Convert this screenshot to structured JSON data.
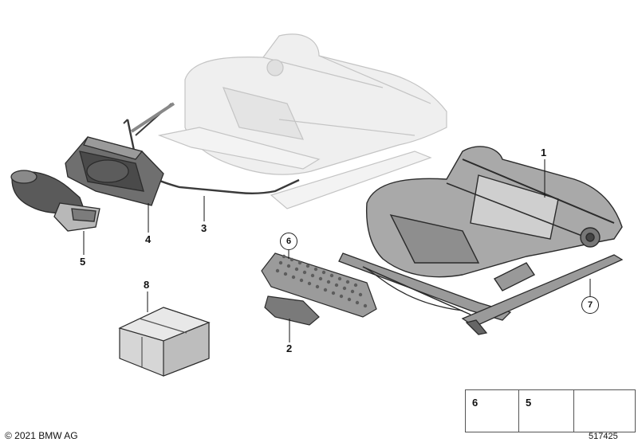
{
  "parts": [
    {
      "number": "1",
      "name": "seat-frame"
    },
    {
      "number": "2",
      "name": "seat-pan-mat"
    },
    {
      "number": "3",
      "name": "cable-rod"
    },
    {
      "number": "4",
      "name": "housing-shell"
    },
    {
      "number": "5",
      "name": "actuator-motor"
    },
    {
      "number": "6",
      "name": "screw-torx"
    },
    {
      "number": "7",
      "name": "seat-rail"
    },
    {
      "number": "8",
      "name": "repair-kit-box"
    }
  ],
  "callouts": {
    "c1": "1",
    "c2": "2",
    "c3": "3",
    "c4": "4",
    "c5": "5",
    "c6": "6",
    "c7": "7",
    "c8": "8"
  },
  "legend": {
    "item_a": "6",
    "item_b": "5"
  },
  "footer": {
    "copyright": "© 2021 BMW AG",
    "reference": "517425"
  },
  "colors": {
    "line": "#2b2b2b",
    "faded": "#c8c8c8",
    "box_fill": "#d9d9d9"
  }
}
